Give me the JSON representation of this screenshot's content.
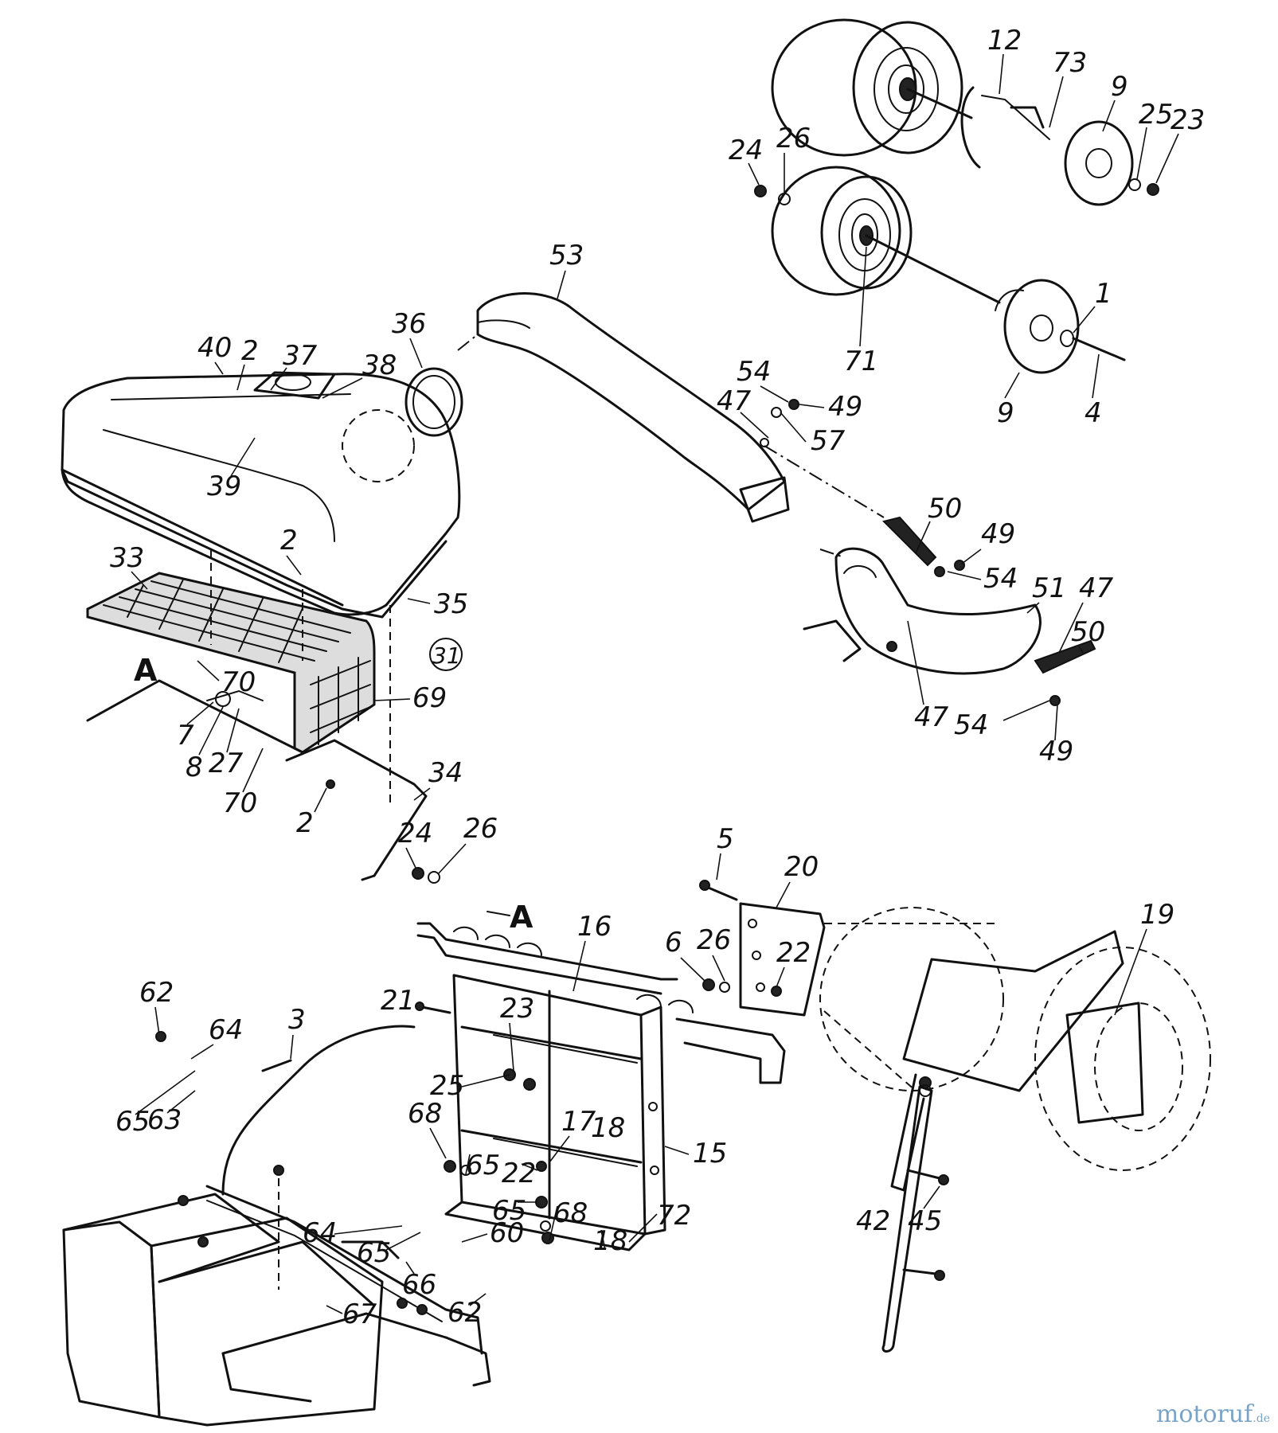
{
  "labels": [
    {
      "id": "c40",
      "text": "40"
    },
    {
      "id": "c2a",
      "text": "2"
    },
    {
      "id": "c37",
      "text": "37"
    },
    {
      "id": "c38",
      "text": "38"
    },
    {
      "id": "c39",
      "text": "39"
    },
    {
      "id": "c36",
      "text": "36"
    },
    {
      "id": "c53",
      "text": "53"
    },
    {
      "id": "c12",
      "text": "12"
    },
    {
      "id": "c73",
      "text": "73"
    },
    {
      "id": "c9a",
      "text": "9"
    },
    {
      "id": "c25a",
      "text": "25"
    },
    {
      "id": "c23a",
      "text": "23"
    },
    {
      "id": "c24a",
      "text": "24"
    },
    {
      "id": "c26a",
      "text": "26"
    },
    {
      "id": "c1",
      "text": "1"
    },
    {
      "id": "c71",
      "text": "71"
    },
    {
      "id": "c9b",
      "text": "9"
    },
    {
      "id": "c4",
      "text": "4"
    },
    {
      "id": "c54a",
      "text": "54"
    },
    {
      "id": "c49a",
      "text": "49"
    },
    {
      "id": "c47a",
      "text": "47"
    },
    {
      "id": "c57",
      "text": "57"
    },
    {
      "id": "c50a",
      "text": "50"
    },
    {
      "id": "c49b",
      "text": "49"
    },
    {
      "id": "c54b",
      "text": "54"
    },
    {
      "id": "c51",
      "text": "51"
    },
    {
      "id": "c47b",
      "text": "47"
    },
    {
      "id": "c47c",
      "text": "47"
    },
    {
      "id": "c50b",
      "text": "50"
    },
    {
      "id": "c54c",
      "text": "54"
    },
    {
      "id": "c49c",
      "text": "49"
    },
    {
      "id": "c33",
      "text": "33"
    },
    {
      "id": "c2b",
      "text": "2"
    },
    {
      "id": "c35",
      "text": "35"
    },
    {
      "id": "c31",
      "text": "31"
    },
    {
      "id": "c70a",
      "text": "70"
    },
    {
      "id": "c69",
      "text": "69"
    },
    {
      "id": "c7",
      "text": "7"
    },
    {
      "id": "c8",
      "text": "8"
    },
    {
      "id": "c27",
      "text": "27"
    },
    {
      "id": "c70b",
      "text": "70"
    },
    {
      "id": "c2c",
      "text": "2"
    },
    {
      "id": "c34",
      "text": "34"
    },
    {
      "id": "c24b",
      "text": "24"
    },
    {
      "id": "c26b",
      "text": "26"
    },
    {
      "id": "c5",
      "text": "5"
    },
    {
      "id": "c20",
      "text": "20"
    },
    {
      "id": "c16",
      "text": "16"
    },
    {
      "id": "c6",
      "text": "6"
    },
    {
      "id": "c26c",
      "text": "26"
    },
    {
      "id": "c22a",
      "text": "22"
    },
    {
      "id": "c19",
      "text": "19"
    },
    {
      "id": "c62a",
      "text": "62"
    },
    {
      "id": "c64a",
      "text": "64"
    },
    {
      "id": "c3",
      "text": "3"
    },
    {
      "id": "c21",
      "text": "21"
    },
    {
      "id": "c23b",
      "text": "23"
    },
    {
      "id": "c65a",
      "text": "65"
    },
    {
      "id": "c63",
      "text": "63"
    },
    {
      "id": "c25b",
      "text": "25"
    },
    {
      "id": "c17",
      "text": "17"
    },
    {
      "id": "c18a",
      "text": "18"
    },
    {
      "id": "c68a",
      "text": "68"
    },
    {
      "id": "c65b",
      "text": "65"
    },
    {
      "id": "c22b",
      "text": "22"
    },
    {
      "id": "c15",
      "text": "15"
    },
    {
      "id": "c65c",
      "text": "65"
    },
    {
      "id": "c68b",
      "text": "68"
    },
    {
      "id": "c72",
      "text": "72"
    },
    {
      "id": "c18b",
      "text": "18"
    },
    {
      "id": "c64b",
      "text": "64"
    },
    {
      "id": "c65d",
      "text": "65"
    },
    {
      "id": "c60",
      "text": "60"
    },
    {
      "id": "c66",
      "text": "66"
    },
    {
      "id": "c62b",
      "text": "62"
    },
    {
      "id": "c67",
      "text": "67"
    },
    {
      "id": "c42",
      "text": "42"
    },
    {
      "id": "c45",
      "text": "45"
    }
  ],
  "section_markers": {
    "a_top": "A",
    "a_bottom": "A"
  },
  "watermark": {
    "brand_main": "motoruf",
    "brand_accent": "ru",
    "tld": ".de"
  },
  "colors": {
    "line": "#111111",
    "watermark_blue": "#7aa3c8",
    "watermark_orange": "#e07a22"
  }
}
